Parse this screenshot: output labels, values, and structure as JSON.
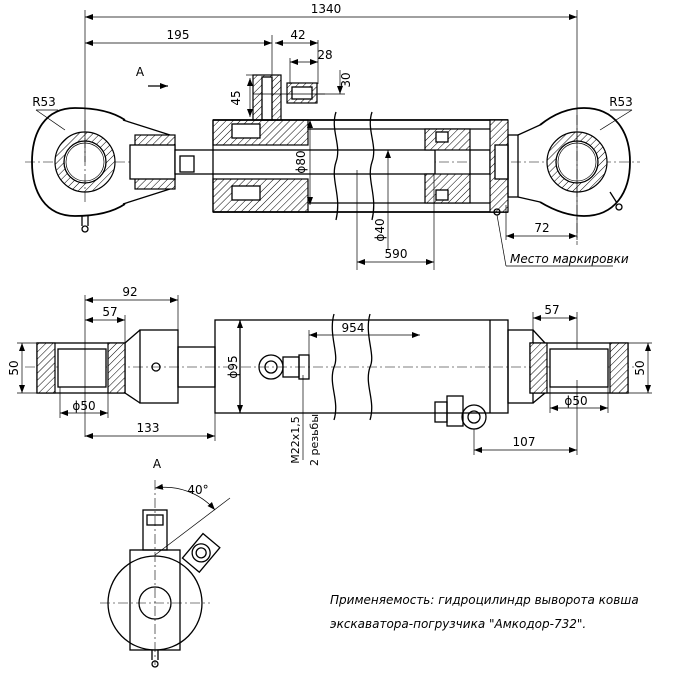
{
  "dimensions": {
    "overall_length": "1340",
    "d195": "195",
    "d42": "42",
    "d28": "28",
    "d30": "30",
    "d45": "45",
    "r53_left": "R53",
    "r53_right": "R53",
    "phi80": "ϕ80",
    "phi40": "ϕ40",
    "d590": "590",
    "d72": "72",
    "d92": "92",
    "d57_left": "57",
    "d57_right": "57",
    "d50_left": "50",
    "d50_right": "50",
    "phi50_left": "ϕ50",
    "phi50_right": "ϕ50",
    "d954": "954",
    "phi95": "ϕ95",
    "d133": "133",
    "d107": "107",
    "thread": "M22x1,5",
    "thread_note": "2 резьбы",
    "angle": "40°"
  },
  "labels": {
    "view_arrow": "A",
    "view_a": "A",
    "marking_place": "Место маркировки"
  },
  "applicability": {
    "line1": "Применяемость: гидроцилиндр  выворота ковша",
    "line2": "экскаватора-погрузчика \"Амкодор-732\"."
  }
}
